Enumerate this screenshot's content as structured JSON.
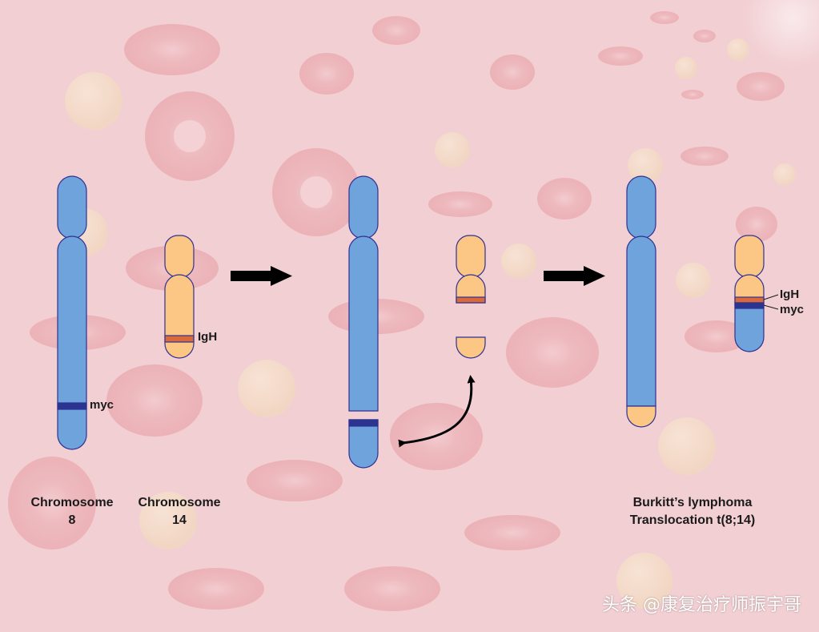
{
  "colors": {
    "background": "#f2cfd3",
    "chromosome_blue": "#6fa3dc",
    "chromosome_orange": "#fcc785",
    "outline": "#2e3192",
    "myc_band": "#2b3590",
    "igh_band": "#d9693a",
    "arrow": "#000000"
  },
  "chromosome_8": {
    "label_line1": "Chromosome",
    "label_line2": "8",
    "gene_label": "myc"
  },
  "chromosome_14": {
    "label_line1": "Chromosome",
    "label_line2": "14",
    "gene_label": "IgH"
  },
  "result": {
    "label_line1": "Burkitt’s lymphoma",
    "label_line2": "Translocation t(8;14)",
    "gene_igh": "IgH",
    "gene_myc": "myc"
  },
  "watermark": "头条 @康复治疗师振宇哥"
}
